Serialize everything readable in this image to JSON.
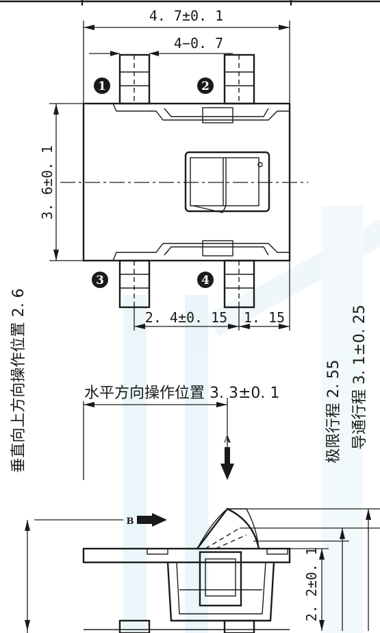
{
  "dimensions": {
    "overall_width": "4. 7±0. 1",
    "pin_width": "4−0. 7",
    "body_height": "3. 6±0. 1",
    "pin_spacing": "2. 4±0. 15",
    "edge_offset": "1. 15",
    "side_height": "2. 2±0. 1"
  },
  "pins": {
    "p1": "1",
    "p2": "2",
    "p3": "3",
    "p4": "4"
  },
  "labels": {
    "horizontal_position": "水平方向操作位置  3. 3±0. 1",
    "vertical_position": "垂直向上方向操作位置  2. 6",
    "limit_travel": "极限行程  2. 55",
    "conduct_travel": "导通行程  3. 1±0. 25",
    "arrow_a": "A",
    "arrow_b": "B"
  },
  "colors": {
    "line": "#1a1a1a",
    "background": "#ffffff",
    "watermark": "#d9eef5"
  }
}
